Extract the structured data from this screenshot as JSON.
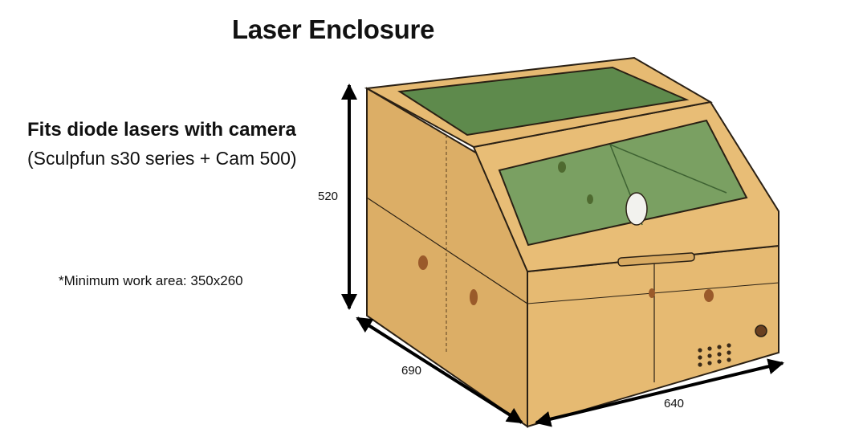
{
  "title": "Laser Enclosure",
  "subtitle": "Fits diode lasers with camera",
  "subtitle_detail": "(Sculpfun s30 series + Cam 500)",
  "note": "*Minimum work area: 350x260",
  "dimensions": {
    "height": "520",
    "depth": "690",
    "width": "640"
  },
  "colors": {
    "wood": "#e2b46a",
    "wood_shadow": "#c99a52",
    "glass": "#6f9a5a",
    "glass_dark": "#4f7a40",
    "outline": "#2a2014"
  }
}
